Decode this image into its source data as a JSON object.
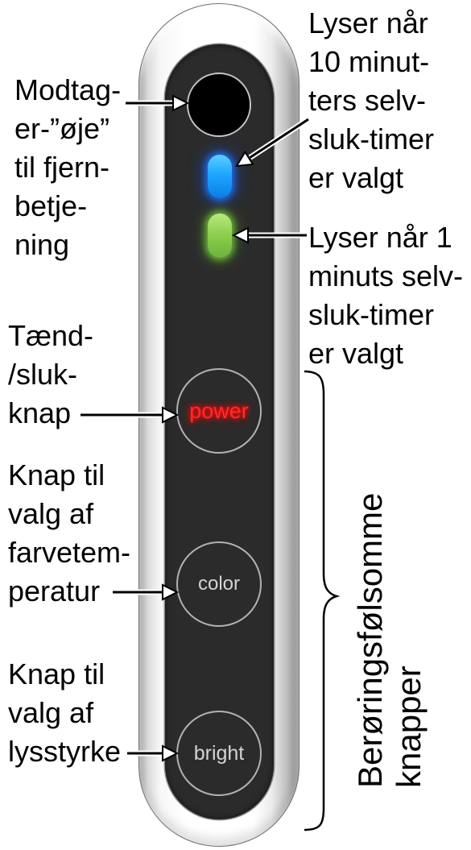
{
  "labels": {
    "receiver_eye": "Modtag-\ner-”øje”\ntil fjern-\nbetje-\nning",
    "timer_10_min": "Lyser når\n10 minut-\nters selv-\nsluk-timer\ner valgt",
    "timer_1_min": "Lyser når 1\nminuts selv-\nsluk-timer\ner valgt",
    "power_button": "Tænd-\n/sluk-\nknap",
    "color_button": "Knap til\nvalg af\nfarvetem-\nperatur",
    "bright_button": "Knap til\nvalg af\nlysstyrke",
    "touch_buttons": "Berøringsfølsomme\nknapper"
  },
  "device": {
    "buttons": {
      "power": "power",
      "color": "color",
      "bright": "bright"
    }
  },
  "colors": {
    "led_10_min": "#1ea6ff",
    "led_1_min": "#8ed04e",
    "power_label": "#ff2a2a",
    "panel": "#2b2b2b"
  }
}
